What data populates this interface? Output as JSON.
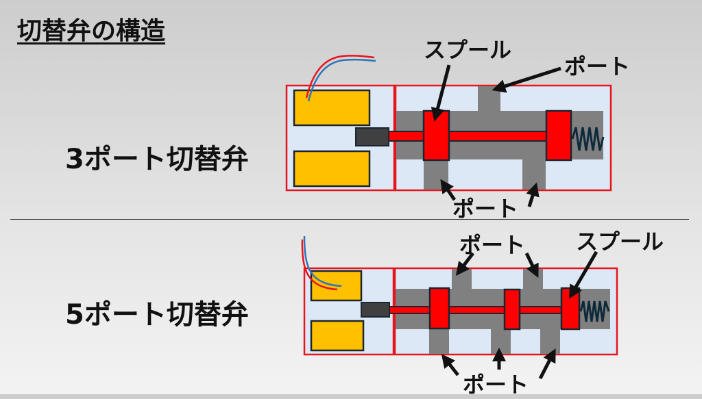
{
  "page_title": "切替弁の構造",
  "valve_3port": {
    "title": "3ポート切替弁",
    "label_spool": "スプール",
    "label_port_top": "ポート",
    "label_port_bottom": "ポート"
  },
  "valve_5port": {
    "title": "5ポート切替弁",
    "label_spool": "スプール",
    "label_port_top": "ポート",
    "label_port_bottom": "ポート"
  },
  "colors": {
    "housing_border": "#e8141c",
    "housing_fill": "#dce8f5",
    "coil": "#ffc000",
    "body": "#808080",
    "spool": "#ff0000",
    "plunger": "#404040",
    "spring": "#0d2a3a"
  }
}
